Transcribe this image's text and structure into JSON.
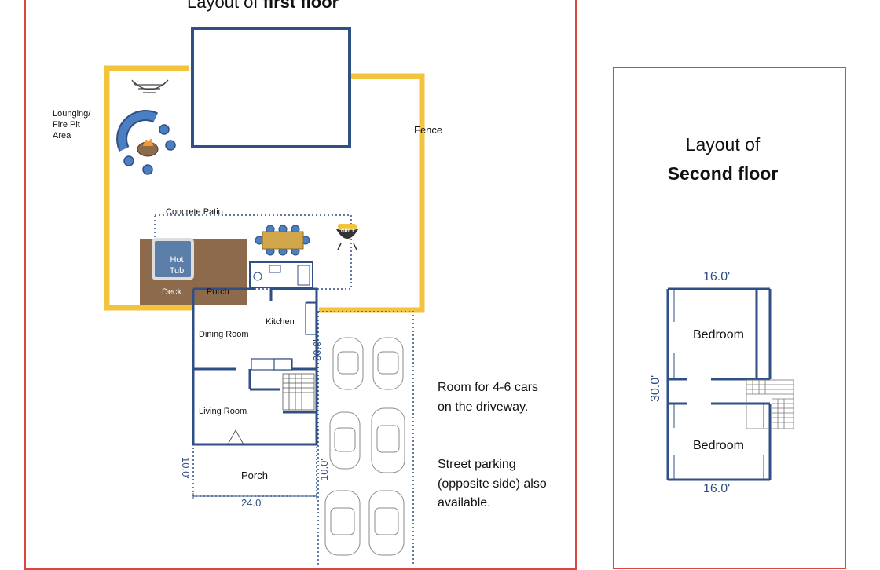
{
  "colors": {
    "frame": "#d9473f",
    "wall": "#2f4f85",
    "fence": "#f2c33c",
    "deck": "#8d6a4b",
    "hot_tub": "#5b7ea8",
    "furniture_blue": "#4a7fc1",
    "table_gold": "#d2a64a"
  },
  "first_floor": {
    "title_prefix": "Layout of ",
    "title_bold": "first floor",
    "lounging_label": "Lounging/\nFire Pit\nArea",
    "fence_label": "Fence",
    "patio_label": "Concrete Patio",
    "hot_tub_label": "Hot\nTub",
    "deck_label": "Deck",
    "back_porch_label": "Porch",
    "kitchen_label": "Kitchen",
    "dining_label": "Dining Room",
    "living_label": "Living Room",
    "front_porch_label": "Porch",
    "grill_label": "GRILL",
    "dim_width": "24.0'",
    "dim_house_depth": "30.0'",
    "dim_porch_left": "10.0'",
    "dim_porch_right": "10.0'"
  },
  "parking": {
    "note1": "Room for 4-6 cars on the driveway.",
    "note2": "Street parking (opposite side) also available."
  },
  "second_floor": {
    "title_line1": "Layout of",
    "title_line2": "Second floor",
    "dim_top": "16.0'",
    "dim_bottom": "16.0'",
    "dim_side": "30.0'",
    "bedroom1": "Bedroom",
    "bedroom2": "Bedroom"
  }
}
